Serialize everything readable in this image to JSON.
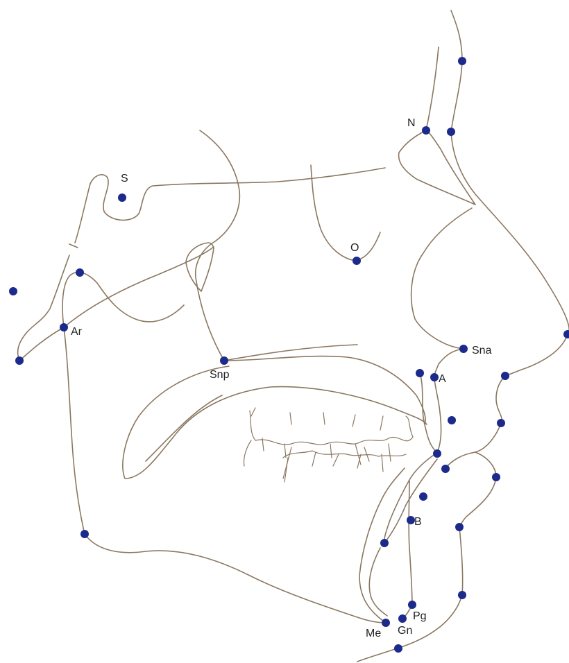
{
  "colors": {
    "landmark_dot": "#1c2a8c",
    "tracing_line": "#8a7760",
    "label_text": "#222222",
    "background": "#ffffff"
  },
  "landmarks": {
    "S": "S",
    "N": "N",
    "O": "O",
    "Ar": "Ar",
    "Sna": "Sna",
    "Snp": "Snp",
    "A": "A",
    "B": "B",
    "Pg": "Pg",
    "Gn": "Gn",
    "Me": "Me"
  }
}
